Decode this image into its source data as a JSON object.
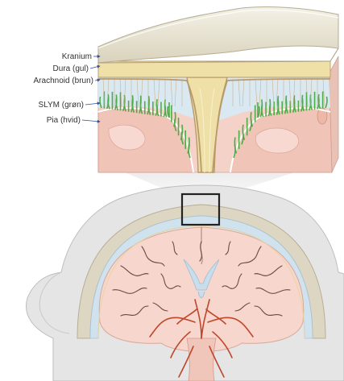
{
  "labels": {
    "kranium": "Kranium",
    "dura": "Dura (gul)",
    "arachnoid": "Arachnoid (brun)",
    "slym": "SLYM (grøn)",
    "pia": "Pia (hvid)"
  },
  "colors": {
    "skull": "#e6e2d2",
    "dura": "#efe0a8",
    "arachnoid": "#b89a6a",
    "slym": "#3fa63a",
    "pia": "#ffffff",
    "brain_tissue": "#f2c9c0",
    "csf_space": "#cfe2ee",
    "arrow": "#2f4fa0",
    "vessel": "#c0472c"
  },
  "icons": {
    "zoom_box": "square-outline",
    "arrow": "small-blue-arrow"
  }
}
